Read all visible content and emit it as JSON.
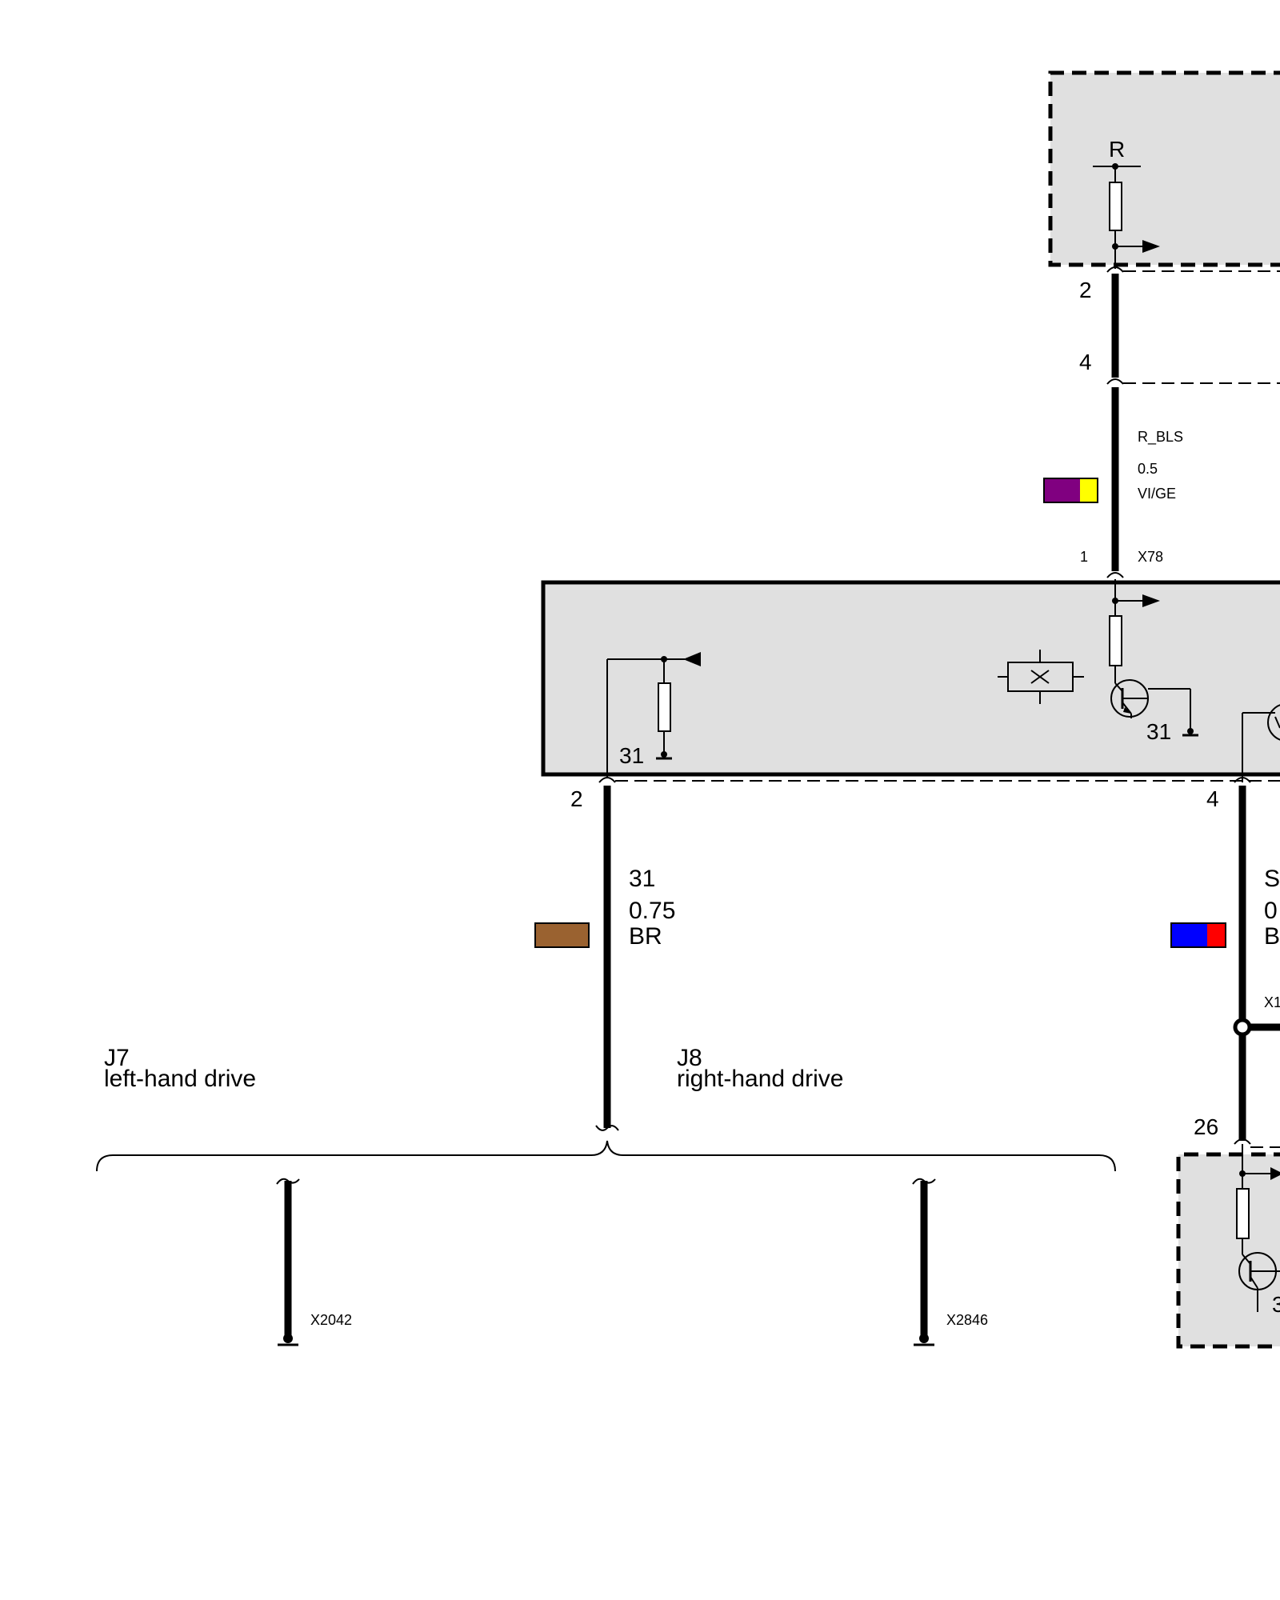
{
  "top_component": {
    "resistor_label": "R",
    "pin_upper": "2",
    "pin_lower": "4"
  },
  "wire_bls": {
    "signal": "R_BLS",
    "gauge": "0.5",
    "color_code": "VI/GE",
    "colors": [
      "#800080",
      "#ffff00"
    ],
    "pin": "1",
    "connector": "X78"
  },
  "main_module": {
    "ground_left": "31",
    "ground_right": "31",
    "pin_left": "2",
    "pin_right": "4"
  },
  "wire_ground": {
    "signal": "31",
    "gauge": "0.75",
    "color_code": "BR",
    "colors": [
      "#9a6230"
    ]
  },
  "wire_right": {
    "signal_partial": "S",
    "gauge_partial": "0",
    "color_partial": "B",
    "colors": [
      "#0000ff",
      "#ff0000"
    ],
    "connector_partial": "X1"
  },
  "variants": {
    "left": {
      "code": "J7",
      "label": "left-hand drive",
      "connector": "X2042"
    },
    "right": {
      "code": "J8",
      "label": "right-hand drive",
      "connector": "X2846"
    }
  },
  "bottom_component": {
    "pin": "26",
    "ground_partial": "3"
  }
}
